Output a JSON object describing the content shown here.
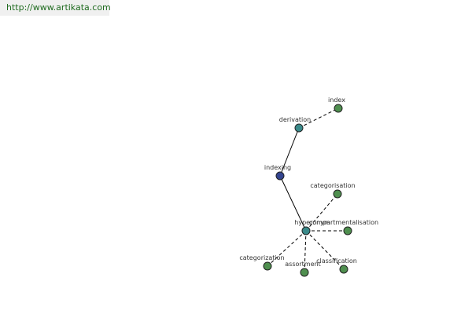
{
  "site": {
    "url": "http://www.artikata.com"
  },
  "colors": {
    "root": "#33448f",
    "hub": "#3a8a8a",
    "leaf": "#4f8f4f"
  },
  "graph": {
    "nodes": [
      {
        "id": "indexing",
        "label": "indexing",
        "kind": "root"
      },
      {
        "id": "derivation",
        "label": "derivation",
        "kind": "hub"
      },
      {
        "id": "index",
        "label": "index",
        "kind": "leaf"
      },
      {
        "id": "hyperonym",
        "label": "hyperonym",
        "kind": "hub"
      },
      {
        "id": "categorisation",
        "label": "categorisation",
        "kind": "leaf"
      },
      {
        "id": "compartmentalisation",
        "label": "compartmentalisation",
        "kind": "leaf"
      },
      {
        "id": "categorization",
        "label": "categorization",
        "kind": "leaf"
      },
      {
        "id": "assortment",
        "label": "assortment",
        "kind": "leaf"
      },
      {
        "id": "classification",
        "label": "classification",
        "kind": "leaf"
      }
    ],
    "edges": [
      {
        "from": "indexing",
        "to": "derivation",
        "style": "solid"
      },
      {
        "from": "indexing",
        "to": "hyperonym",
        "style": "solid"
      },
      {
        "from": "derivation",
        "to": "index",
        "style": "dashed"
      },
      {
        "from": "hyperonym",
        "to": "categorisation",
        "style": "dashed"
      },
      {
        "from": "hyperonym",
        "to": "compartmentalisation",
        "style": "dashed"
      },
      {
        "from": "hyperonym",
        "to": "categorization",
        "style": "dashed"
      },
      {
        "from": "hyperonym",
        "to": "assortment",
        "style": "dashed"
      },
      {
        "from": "hyperonym",
        "to": "classification",
        "style": "dashed"
      }
    ]
  }
}
